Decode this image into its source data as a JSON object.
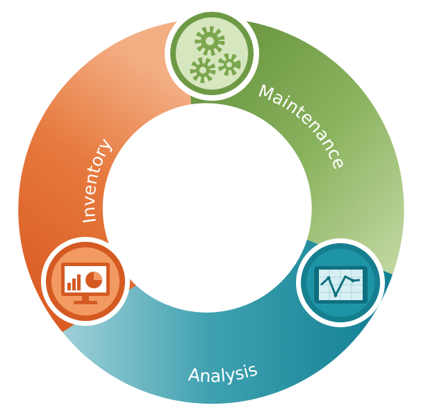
{
  "cycle": {
    "segments": [
      {
        "label": "Inventory",
        "icon": "bar-pie-chart-monitor-icon",
        "color": "#E06A2C",
        "color_light": "#F2A67C"
      },
      {
        "label": "Maintenance",
        "icon": "gears-icon",
        "color": "#6E9A45",
        "color_light": "#BCD29A"
      },
      {
        "label": "Analysis",
        "icon": "line-chart-tablet-icon",
        "color": "#1E8FA0",
        "color_light": "#86C6D0"
      }
    ]
  }
}
